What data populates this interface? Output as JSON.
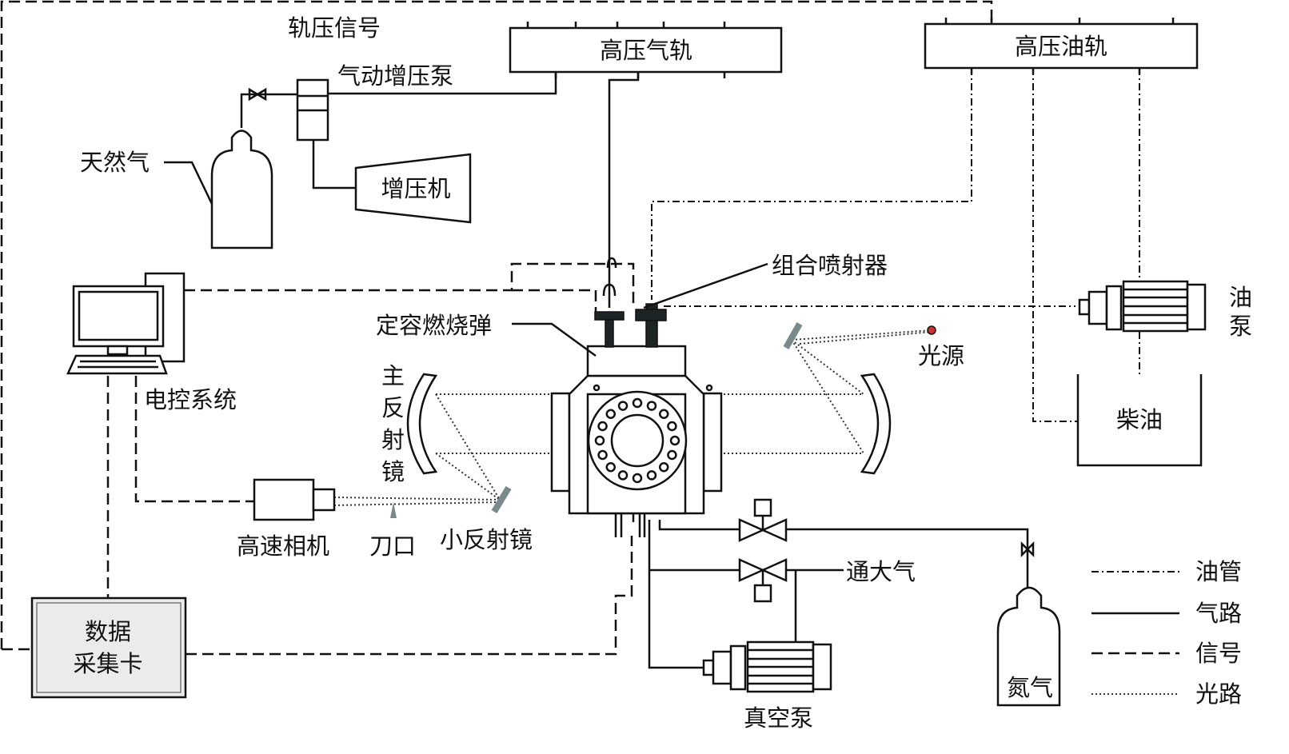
{
  "labels": {
    "rail_pressure_signal": "轨压信号",
    "high_pressure_gas_rail": "高压气轨",
    "high_pressure_oil_rail": "高压油轨",
    "pneumatic_booster_pump": "气动增压泵",
    "natural_gas": "天然气",
    "booster": "增压机",
    "combined_injector": "组合喷射器",
    "constant_volume_bomb": "定容燃烧弹",
    "light_source": "光源",
    "oil_pump_1": "油",
    "oil_pump_2": "泵",
    "diesel": "柴油",
    "ecu": "电控系统",
    "main_mirror": [
      "主",
      "反",
      "射",
      "镜"
    ],
    "high_speed_camera": "高速相机",
    "knife_edge": "刀口",
    "small_mirror": "小反射镜",
    "to_atmosphere": "通大气",
    "daq_line1": "数据",
    "daq_line2": "采集卡",
    "vacuum_pump": "真空泵",
    "nitrogen": "氮气"
  },
  "legend": [
    {
      "style": "dash-dot",
      "label": "油管"
    },
    {
      "style": "solid",
      "label": "气路"
    },
    {
      "style": "dashed",
      "label": "信号"
    },
    {
      "style": "dotted",
      "label": "光路"
    }
  ]
}
